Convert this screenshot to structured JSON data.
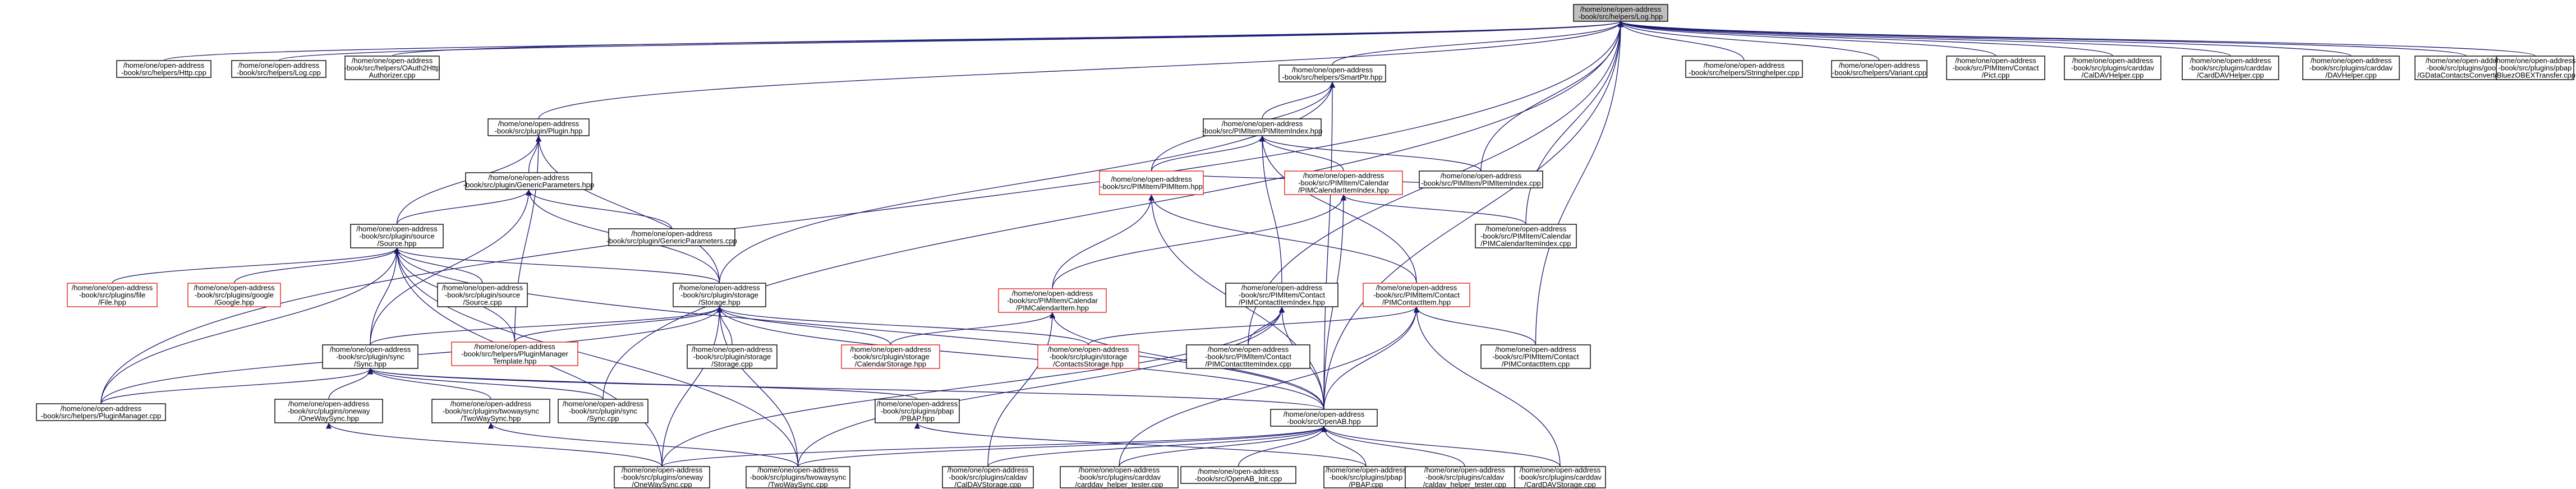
{
  "graph": {
    "root": "n0",
    "nodes": [
      {
        "id": "n0",
        "lines": [
          "/home/one/open-address",
          "-book/src/helpers/Log.hpp"
        ],
        "style": "root"
      },
      {
        "id": "n1",
        "lines": [
          "/home/one/open-address",
          "-book/src/helpers/Http.cpp"
        ],
        "style": "normal"
      },
      {
        "id": "n2",
        "lines": [
          "/home/one/open-address",
          "-book/src/helpers/Log.cpp"
        ],
        "style": "normal"
      },
      {
        "id": "n3",
        "lines": [
          "/home/one/open-address",
          "-book/src/helpers/OAuth2Http",
          "Authorizer.cpp"
        ],
        "style": "normal"
      },
      {
        "id": "n4",
        "lines": [
          "/home/one/open-address",
          "-book/src/helpers/SmartPtr.hpp"
        ],
        "style": "normal"
      },
      {
        "id": "n5",
        "lines": [
          "/home/one/open-address",
          "-book/src/helpers/Stringhelper.cpp"
        ],
        "style": "normal"
      },
      {
        "id": "n6",
        "lines": [
          "/home/one/open-address",
          "-book/src/helpers/Variant.cpp"
        ],
        "style": "normal"
      },
      {
        "id": "n7",
        "lines": [
          "/home/one/open-address",
          "-book/src/PIMItem/Contact",
          "/Pict.cpp"
        ],
        "style": "normal"
      },
      {
        "id": "n8",
        "lines": [
          "/home/one/open-address",
          "-book/src/plugins/carddav",
          "/CalDAVHelper.cpp"
        ],
        "style": "normal"
      },
      {
        "id": "n9",
        "lines": [
          "/home/one/open-address",
          "-book/src/plugins/carddav",
          "/CardDAVHelper.cpp"
        ],
        "style": "normal"
      },
      {
        "id": "n10",
        "lines": [
          "/home/one/open-address",
          "-book/src/plugins/carddav",
          "/DAVHelper.cpp"
        ],
        "style": "normal"
      },
      {
        "id": "n11",
        "lines": [
          "/home/one/open-address",
          "-book/src/plugins/google",
          "/GDataContactsConverter.cpp"
        ],
        "style": "normal"
      },
      {
        "id": "n12",
        "lines": [
          "/home/one/open-address",
          "-book/src/plugins/pbap",
          "/BluezOBEXTransfer.cpp"
        ],
        "style": "normal"
      },
      {
        "id": "n13",
        "lines": [
          "/home/one/open-address",
          "-book/src/plugin/Plugin.hpp"
        ],
        "style": "normal"
      },
      {
        "id": "n14",
        "lines": [
          "/home/one/open-address",
          "-book/src/PIMItem/PIMItemIndex.hpp"
        ],
        "style": "normal"
      },
      {
        "id": "n15",
        "lines": [
          "/home/one/open-address",
          "-book/src/plugin/GenericParameters.hpp"
        ],
        "style": "normal"
      },
      {
        "id": "n16",
        "lines": [
          "/home/one/open-address",
          "-book/src/PIMItem/PIMItem.hpp"
        ],
        "style": "red"
      },
      {
        "id": "n17",
        "lines": [
          "/home/one/open-address",
          "-book/src/PIMItem/Calendar",
          "/PIMCalendarItemIndex.hpp"
        ],
        "style": "red"
      },
      {
        "id": "n18",
        "lines": [
          "/home/one/open-address",
          "-book/src/PIMItem/PIMItemIndex.cpp"
        ],
        "style": "normal"
      },
      {
        "id": "n19",
        "lines": [
          "/home/one/open-address",
          "-book/src/plugin/source",
          "/Source.hpp"
        ],
        "style": "normal"
      },
      {
        "id": "n20",
        "lines": [
          "/home/one/open-address",
          "-book/src/plugin/GenericParameters.cpp"
        ],
        "style": "normal"
      },
      {
        "id": "n21",
        "lines": [
          "/home/one/open-address",
          "-book/src/PIMItem/Calendar",
          "/PIMCalendarItemIndex.cpp"
        ],
        "style": "normal"
      },
      {
        "id": "n22",
        "lines": [
          "/home/one/open-address",
          "-book/src/plugins/file",
          "/File.hpp"
        ],
        "style": "red"
      },
      {
        "id": "n23",
        "lines": [
          "/home/one/open-address",
          "-book/src/plugins/google",
          "/Google.hpp"
        ],
        "style": "red"
      },
      {
        "id": "n24",
        "lines": [
          "/home/one/open-address",
          "-book/src/plugin/source",
          "/Source.cpp"
        ],
        "style": "normal"
      },
      {
        "id": "n25",
        "lines": [
          "/home/one/open-address",
          "-book/src/plugin/storage",
          "/Storage.hpp"
        ],
        "style": "normal"
      },
      {
        "id": "n26",
        "lines": [
          "/home/one/open-address",
          "-book/src/PIMItem/Calendar",
          "/PIMCalendarItem.hpp"
        ],
        "style": "red"
      },
      {
        "id": "n27",
        "lines": [
          "/home/one/open-address",
          "-book/src/PIMItem/Contact",
          "/PIMContactItemIndex.hpp"
        ],
        "style": "normal"
      },
      {
        "id": "n28",
        "lines": [
          "/home/one/open-address",
          "-book/src/PIMItem/Contact",
          "/PIMContactItem.hpp"
        ],
        "style": "red"
      },
      {
        "id": "n29",
        "lines": [
          "/home/one/open-address",
          "-book/src/plugin/sync",
          "/Sync.hpp"
        ],
        "style": "normal"
      },
      {
        "id": "n30",
        "lines": [
          "/home/one/open-address",
          "-book/src/helpers/PluginManager",
          "Template.hpp"
        ],
        "style": "red"
      },
      {
        "id": "n31",
        "lines": [
          "/home/one/open-address",
          "-book/src/plugin/storage",
          "/Storage.cpp"
        ],
        "style": "normal"
      },
      {
        "id": "n32",
        "lines": [
          "/home/one/open-address",
          "-book/src/plugin/storage",
          "/CalendarStorage.hpp"
        ],
        "style": "red"
      },
      {
        "id": "n33",
        "lines": [
          "/home/one/open-address",
          "-book/src/plugin/storage",
          "/ContactsStorage.hpp"
        ],
        "style": "red"
      },
      {
        "id": "n34",
        "lines": [
          "/home/one/open-address",
          "-book/src/PIMItem/Contact",
          "/PIMContactItemIndex.cpp"
        ],
        "style": "normal"
      },
      {
        "id": "n35",
        "lines": [
          "/home/one/open-address",
          "-book/src/PIMItem/Contact",
          "/PIMContactItem.cpp"
        ],
        "style": "normal"
      },
      {
        "id": "n36",
        "lines": [
          "/home/one/open-address",
          "-book/src/helpers/PluginManager.cpp"
        ],
        "style": "normal"
      },
      {
        "id": "n37",
        "lines": [
          "/home/one/open-address",
          "-book/src/plugins/oneway",
          "/OneWaySync.hpp"
        ],
        "style": "normal"
      },
      {
        "id": "n38",
        "lines": [
          "/home/one/open-address",
          "-book/src/plugins/twowaysync",
          "/TwoWaySync.hpp"
        ],
        "style": "normal"
      },
      {
        "id": "n39",
        "lines": [
          "/home/one/open-address",
          "-book/src/plugin/sync",
          "/Sync.cpp"
        ],
        "style": "normal"
      },
      {
        "id": "n40",
        "lines": [
          "/home/one/open-address",
          "-book/src/plugins/pbap",
          "/PBAP.hpp"
        ],
        "style": "normal"
      },
      {
        "id": "n41",
        "lines": [
          "/home/one/open-address",
          "-book/src/OpenAB.hpp"
        ],
        "style": "normal"
      },
      {
        "id": "n42",
        "lines": [
          "/home/one/open-address",
          "-book/src/plugins/oneway",
          "/OneWaySync.cpp"
        ],
        "style": "normal"
      },
      {
        "id": "n43",
        "lines": [
          "/home/one/open-address",
          "-book/src/plugins/twowaysync",
          "/TwoWaySync.cpp"
        ],
        "style": "normal"
      },
      {
        "id": "n44",
        "lines": [
          "/home/one/open-address",
          "-book/src/plugins/caldav",
          "/CalDAVStorage.cpp"
        ],
        "style": "normal"
      },
      {
        "id": "n45",
        "lines": [
          "/home/one/open-address",
          "-book/src/plugins/carddav",
          "/carddav_helper_tester.cpp"
        ],
        "style": "normal"
      },
      {
        "id": "n46",
        "lines": [
          "/home/one/open-address",
          "-book/src/OpenAB_Init.cpp"
        ],
        "style": "normal"
      },
      {
        "id": "n47",
        "lines": [
          "/home/one/open-address",
          "-book/src/plugins/pbap",
          "/PBAP.cpp"
        ],
        "style": "normal"
      },
      {
        "id": "n48",
        "lines": [
          "/home/one/open-address",
          "-book/src/plugins/caldav",
          "/caldav_helper_tester.cpp"
        ],
        "style": "normal"
      },
      {
        "id": "n49",
        "lines": [
          "/home/one/open-address",
          "-book/src/plugins/carddav",
          "/CardDAVStorage.cpp"
        ],
        "style": "normal"
      }
    ],
    "edges": [
      [
        "n1",
        "n0"
      ],
      [
        "n2",
        "n0"
      ],
      [
        "n3",
        "n0"
      ],
      [
        "n4",
        "n0"
      ],
      [
        "n5",
        "n0"
      ],
      [
        "n6",
        "n0"
      ],
      [
        "n7",
        "n0"
      ],
      [
        "n8",
        "n0"
      ],
      [
        "n9",
        "n0"
      ],
      [
        "n10",
        "n0"
      ],
      [
        "n11",
        "n0"
      ],
      [
        "n12",
        "n0"
      ],
      [
        "n36",
        "n0"
      ],
      [
        "n13",
        "n0"
      ],
      [
        "n41",
        "n0"
      ],
      [
        "n18",
        "n0"
      ],
      [
        "n21",
        "n0"
      ],
      [
        "n35",
        "n0"
      ],
      [
        "n34",
        "n0"
      ],
      [
        "n39",
        "n0"
      ],
      [
        "n14",
        "n4"
      ],
      [
        "n16",
        "n4"
      ],
      [
        "n25",
        "n4"
      ],
      [
        "n41",
        "n4"
      ],
      [
        "n15",
        "n13"
      ],
      [
        "n19",
        "n13"
      ],
      [
        "n25",
        "n13"
      ],
      [
        "n30",
        "n13"
      ],
      [
        "n18",
        "n14"
      ],
      [
        "n16",
        "n14"
      ],
      [
        "n17",
        "n14"
      ],
      [
        "n27",
        "n14"
      ],
      [
        "n28",
        "n14"
      ],
      [
        "n19",
        "n15"
      ],
      [
        "n20",
        "n15"
      ],
      [
        "n25",
        "n15"
      ],
      [
        "n29",
        "n15"
      ],
      [
        "n26",
        "n16"
      ],
      [
        "n28",
        "n16"
      ],
      [
        "n18",
        "n16"
      ],
      [
        "n41",
        "n16"
      ],
      [
        "n21",
        "n17"
      ],
      [
        "n26",
        "n17"
      ],
      [
        "n41",
        "n17"
      ],
      [
        "n22",
        "n19"
      ],
      [
        "n23",
        "n19"
      ],
      [
        "n24",
        "n19"
      ],
      [
        "n29",
        "n19"
      ],
      [
        "n30",
        "n19"
      ],
      [
        "n36",
        "n19"
      ],
      [
        "n41",
        "n19"
      ],
      [
        "n42",
        "n19"
      ],
      [
        "n43",
        "n19"
      ],
      [
        "n25",
        "n19"
      ],
      [
        "n31",
        "n25"
      ],
      [
        "n32",
        "n25"
      ],
      [
        "n33",
        "n25"
      ],
      [
        "n30",
        "n25"
      ],
      [
        "n36",
        "n25"
      ],
      [
        "n41",
        "n25"
      ],
      [
        "n42",
        "n25"
      ],
      [
        "n43",
        "n25"
      ],
      [
        "n29",
        "n25"
      ],
      [
        "n32",
        "n26"
      ],
      [
        "n41",
        "n26"
      ],
      [
        "n44",
        "n26"
      ],
      [
        "n34",
        "n27"
      ],
      [
        "n41",
        "n27"
      ],
      [
        "n42",
        "n27"
      ],
      [
        "n43",
        "n27"
      ],
      [
        "n33",
        "n28"
      ],
      [
        "n35",
        "n28"
      ],
      [
        "n41",
        "n28"
      ],
      [
        "n45",
        "n28"
      ],
      [
        "n49",
        "n28"
      ],
      [
        "n37",
        "n29"
      ],
      [
        "n38",
        "n29"
      ],
      [
        "n39",
        "n29"
      ],
      [
        "n36",
        "n29"
      ],
      [
        "n40",
        "n29"
      ],
      [
        "n41",
        "n29"
      ],
      [
        "n42",
        "n37"
      ],
      [
        "n43",
        "n38"
      ],
      [
        "n47",
        "n40"
      ],
      [
        "n42",
        "n41"
      ],
      [
        "n43",
        "n41"
      ],
      [
        "n44",
        "n41"
      ],
      [
        "n45",
        "n41"
      ],
      [
        "n46",
        "n41"
      ],
      [
        "n47",
        "n41"
      ],
      [
        "n48",
        "n41"
      ],
      [
        "n49",
        "n41"
      ]
    ],
    "colors": {
      "edge": "#191970",
      "red_border": "#e0251c",
      "root_fill": "#bfbfbf"
    }
  }
}
